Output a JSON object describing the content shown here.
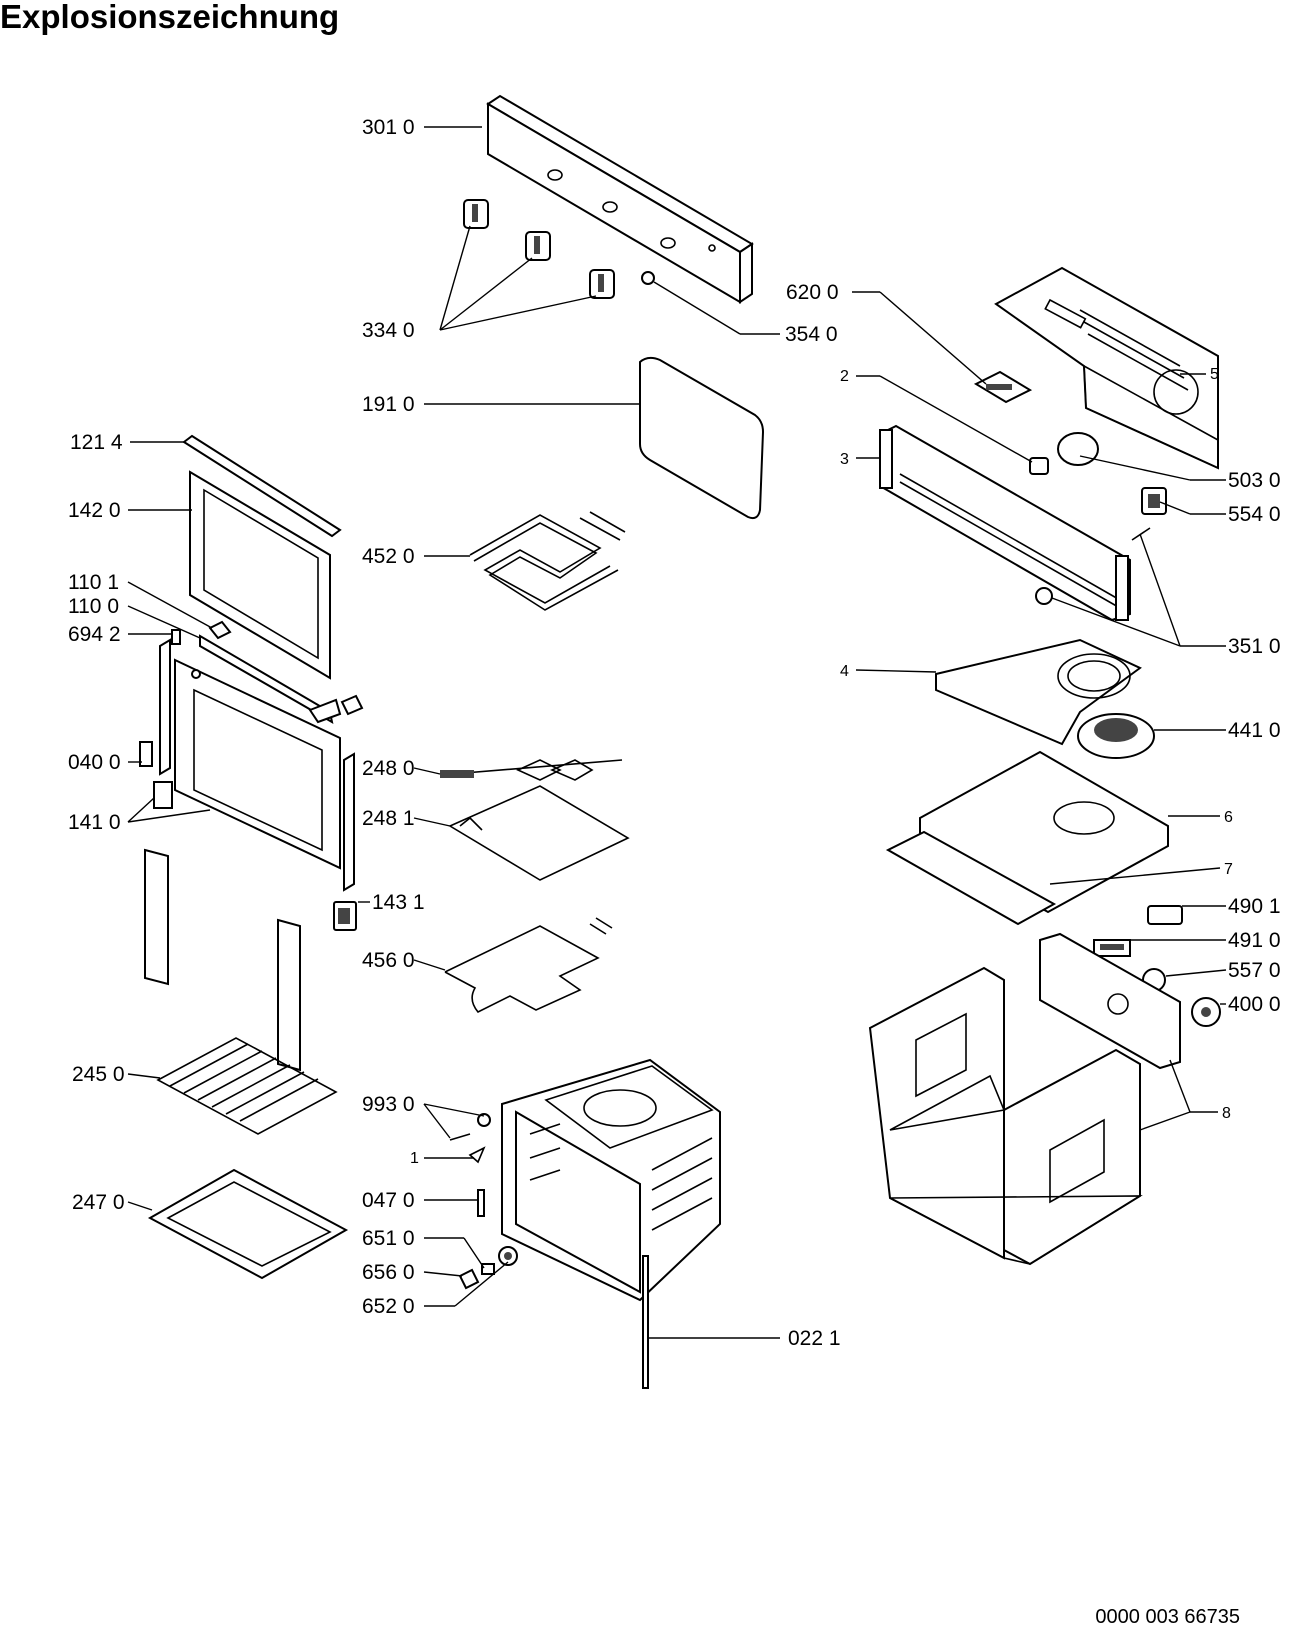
{
  "title": "Explosionszeichnung",
  "document_number": "0000 003 66735",
  "callouts": [
    {
      "id": "p3010",
      "text": "301 0"
    },
    {
      "id": "p3340",
      "text": "334 0"
    },
    {
      "id": "p3540",
      "text": "354 0"
    },
    {
      "id": "p1910",
      "text": "191 0"
    },
    {
      "id": "p4520",
      "text": "452 0"
    },
    {
      "id": "p1214",
      "text": "121 4"
    },
    {
      "id": "p1420",
      "text": "142 0"
    },
    {
      "id": "p1101",
      "text": "110 1"
    },
    {
      "id": "p1100",
      "text": "110 0"
    },
    {
      "id": "p6942",
      "text": "694 2"
    },
    {
      "id": "p0400",
      "text": "040 0"
    },
    {
      "id": "p1410",
      "text": "141 0"
    },
    {
      "id": "p2480",
      "text": "248 0"
    },
    {
      "id": "p2481",
      "text": "248 1"
    },
    {
      "id": "p1431",
      "text": "143 1"
    },
    {
      "id": "p4560",
      "text": "456 0"
    },
    {
      "id": "p2450",
      "text": "245 0"
    },
    {
      "id": "p2470",
      "text": "247 0"
    },
    {
      "id": "p9930",
      "text": "993 0"
    },
    {
      "id": "p1",
      "text": "1"
    },
    {
      "id": "p0470",
      "text": "047 0"
    },
    {
      "id": "p6510",
      "text": "651 0"
    },
    {
      "id": "p6560",
      "text": "656 0"
    },
    {
      "id": "p6520",
      "text": "652 0"
    },
    {
      "id": "p0221",
      "text": "022 1"
    },
    {
      "id": "p6200",
      "text": "620 0"
    },
    {
      "id": "p5",
      "text": "5"
    },
    {
      "id": "p2",
      "text": "2"
    },
    {
      "id": "p3",
      "text": "3"
    },
    {
      "id": "p5030",
      "text": "503 0"
    },
    {
      "id": "p5540",
      "text": "554 0"
    },
    {
      "id": "p3510",
      "text": "351 0"
    },
    {
      "id": "p4",
      "text": "4"
    },
    {
      "id": "p4410",
      "text": "441 0"
    },
    {
      "id": "p6",
      "text": "6"
    },
    {
      "id": "p7",
      "text": "7"
    },
    {
      "id": "p4901",
      "text": "490 1"
    },
    {
      "id": "p4910",
      "text": "491 0"
    },
    {
      "id": "p5570",
      "text": "557 0"
    },
    {
      "id": "p4000",
      "text": "400 0"
    },
    {
      "id": "p8",
      "text": "8"
    }
  ]
}
